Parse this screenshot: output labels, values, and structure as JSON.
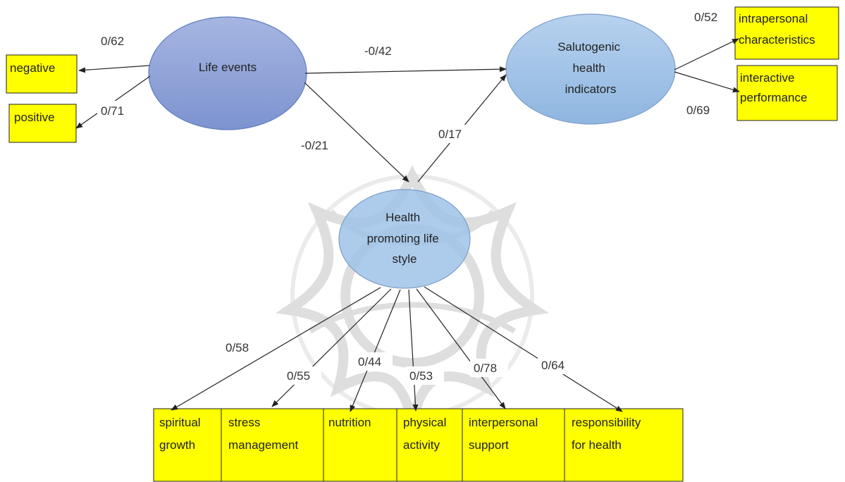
{
  "latent_nodes": {
    "life_events": {
      "label_lines": [
        "Life events"
      ]
    },
    "salutogenic": {
      "label_lines": [
        "Salutogenic",
        "health",
        "indicators"
      ]
    },
    "hpls": {
      "label_lines": [
        "Health",
        "promoting life",
        "style"
      ]
    }
  },
  "indicator_boxes": {
    "negative": {
      "label_lines": [
        "negative"
      ]
    },
    "positive": {
      "label_lines": [
        "positive"
      ]
    },
    "intrapersonal": {
      "label_lines": [
        "intrapersonal",
        "characteristics"
      ]
    },
    "interactive": {
      "label_lines": [
        "interactive",
        "performance"
      ]
    },
    "spiritual": {
      "label_lines": [
        "spiritual",
        "growth"
      ]
    },
    "stress": {
      "label_lines": [
        "stress",
        "management"
      ]
    },
    "nutrition": {
      "label_lines": [
        "nutrition"
      ]
    },
    "physical": {
      "label_lines": [
        "physical",
        "activity"
      ]
    },
    "interpersonal": {
      "label_lines": [
        "interpersonal",
        "support"
      ]
    },
    "responsibility": {
      "label_lines": [
        "responsibility",
        "for health"
      ]
    }
  },
  "coefficients": {
    "negative": "0/62",
    "positive": "0/71",
    "life_to_salutogenic": "-0/42",
    "life_to_hpls": "-0/21",
    "hpls_to_salutogenic": "0/17",
    "intrapersonal": "0/52",
    "interactive": "0/69",
    "spiritual": "0/58",
    "stress": "0/55",
    "nutrition": "0/44",
    "physical": "0/53",
    "interpersonal": "0/78",
    "responsibility": "0/64"
  },
  "colors": {
    "life_events_fill": "#8fa4d8",
    "salutogenic_fill": "#9fc3e7",
    "hpls_fill": "#9fc3e7",
    "ellipse_stroke": "#6f8fbf",
    "box_fill": "#ffff00",
    "box_stroke": "#222222",
    "watermark": "#c8c8c8"
  }
}
